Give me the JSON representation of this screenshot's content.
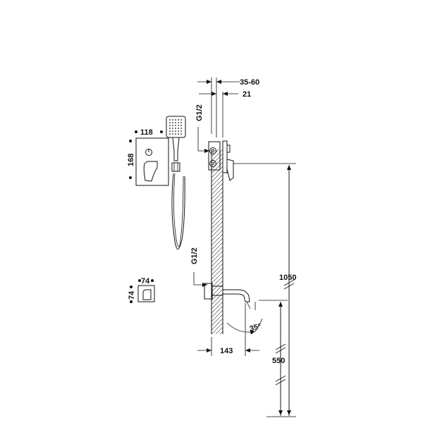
{
  "dimensions": {
    "wall_depth": "35-60",
    "valve_body": "21",
    "thread_upper": "G1/2",
    "thread_lower": "G1/2",
    "plate_width": "118",
    "plate_height": "168",
    "small_plate_width": "74",
    "small_plate_height": "74",
    "spout_projection": "143",
    "spout_angle": "35°",
    "valve_height": "1050",
    "spout_height": "550"
  }
}
